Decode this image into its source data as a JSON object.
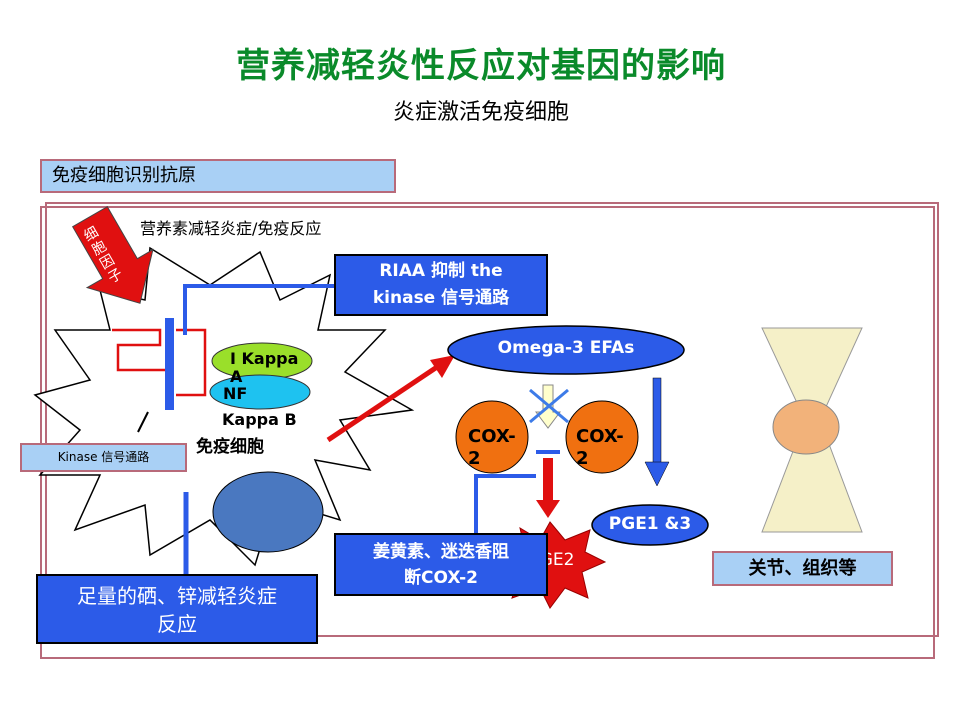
{
  "title": "营养减轻炎性反应对基因的影响",
  "subtitle": "炎症激活免疫细胞",
  "recognize_box": "免疫细胞识别抗原",
  "frame_label": "营养素减轻炎症/免疫反应",
  "cytokine_arrow_label": "细胞因子",
  "riaa_box": {
    "line1": "RIAA 抑制 the",
    "line2": "kinase 信号通路"
  },
  "ikappa_label": "I Kappa A",
  "nf_label": "NF",
  "kappab_label": "Kappa B",
  "immune_cell_label": "免疫细胞",
  "kinase_box": "Kinase 信号通路",
  "omega3_label": "Omega-3 EFAs",
  "cox2_left": "COX-2",
  "cox2_right": "COX-2",
  "pge13_label": "PGE1 &3",
  "pge2_label": "PGE2",
  "curcumin_box": {
    "line1": "姜黄素、迷迭香阻",
    "line2": "断COX-2"
  },
  "selenium_box": {
    "line1": "足量的硒、锌减轻炎症",
    "line2": "反应"
  },
  "joint_box": "关节、组织等",
  "colors": {
    "title_green": "#0a8a2a",
    "box_blue": "#2c5be8",
    "box_light": "#a9d0f5",
    "frame": "#b86a7a",
    "cox_orange": "#f07010",
    "arrow_red": "#e01010"
  }
}
